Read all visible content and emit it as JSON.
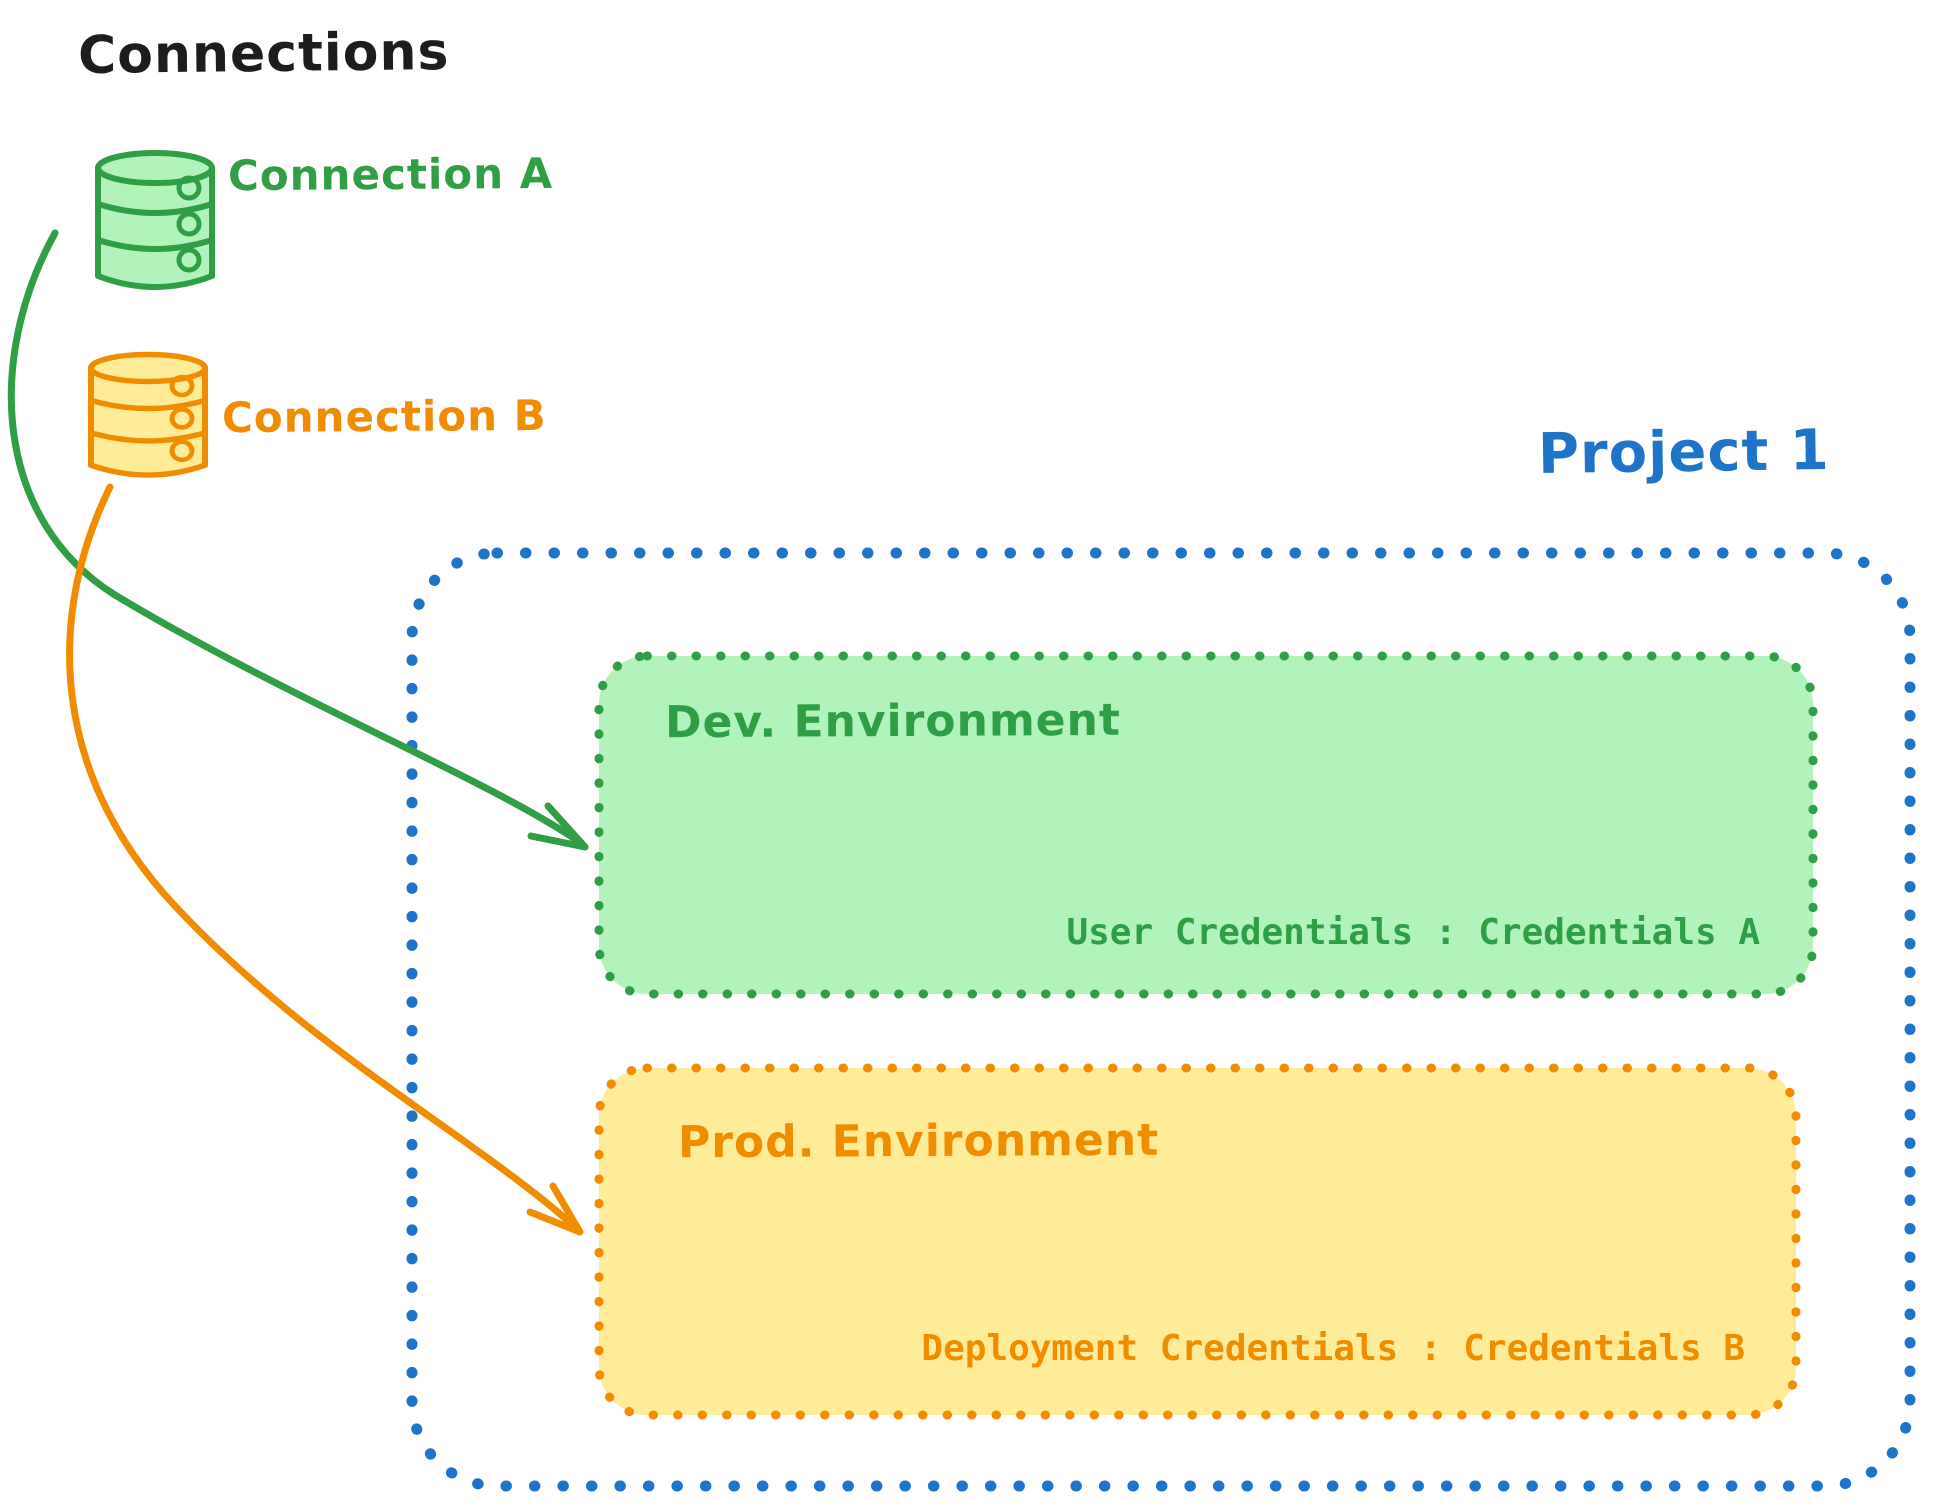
{
  "title": "Connections",
  "colors": {
    "text": "#1d1d1d",
    "green_stroke": "#2f9e44",
    "green_fill": "#b2f2bb",
    "orange_stroke": "#f08c00",
    "orange_fill": "#ffec99",
    "blue": "#1e74c9"
  },
  "connections": [
    {
      "id": "a",
      "label": "Connection A",
      "icon": "database-icon",
      "color": "#2f9e44",
      "fill": "#b2f2bb"
    },
    {
      "id": "b",
      "label": "Connection B",
      "icon": "database-icon",
      "color": "#f08c00",
      "fill": "#ffec99"
    }
  ],
  "project": {
    "label": "Project 1",
    "environments": [
      {
        "name": "Dev. Environment",
        "credentials": "User Credentials : Credentials A",
        "source_connection": "Connection A",
        "color": "#2f9e44",
        "fill": "#b2f2bb"
      },
      {
        "name": "Prod. Environment",
        "credentials": "Deployment Credentials : Credentials B",
        "source_connection": "Connection B",
        "color": "#f08c00",
        "fill": "#ffec99"
      }
    ]
  }
}
